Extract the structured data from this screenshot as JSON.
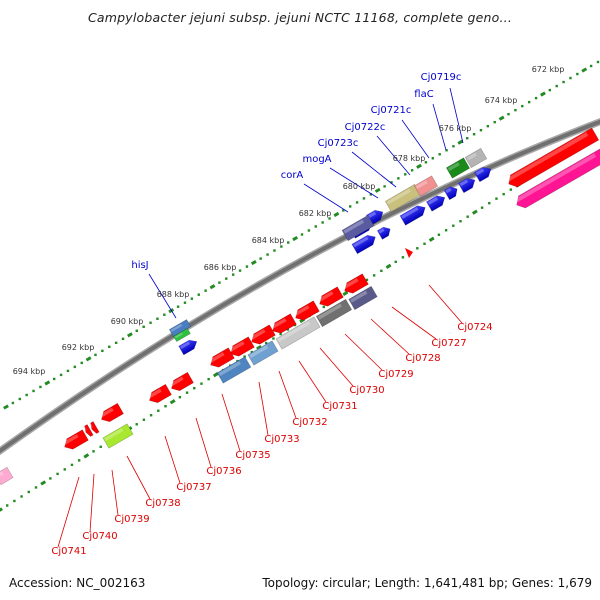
{
  "title": "Campylobacter jejuni subsp. jejuni NCTC 11168, complete geno...",
  "footer": {
    "accession": "Accession: NC_002163",
    "stats": "Topology: circular; Length: 1,641,481 bp; Genes: 1,679"
  },
  "ticks": [
    "672 kbp",
    "674 kbp",
    "676 kbp",
    "678 kbp",
    "680 kbp",
    "682 kbp",
    "684 kbp",
    "686 kbp",
    "688 kbp",
    "690 kbp",
    "692 kbp",
    "694 kbp"
  ],
  "colors": {
    "cds": "#ff0000",
    "cds_dark": "#b00000",
    "forward_gene": "#0000dd",
    "label_forward": "#0000cc",
    "label_reverse": "#dd0000",
    "tick": "#228b22",
    "backbone": "#707070",
    "highlight": "#ff1493"
  },
  "forward_labels": [
    "Cj0719c",
    "flaC",
    "Cj0721c",
    "Cj0722c",
    "Cj0723c",
    "mogA",
    "corA",
    "hisJ"
  ],
  "reverse_labels": [
    "Cj0724",
    "Cj0727",
    "Cj0728",
    "Cj0729",
    "Cj0730",
    "Cj0731",
    "Cj0732",
    "Cj0733",
    "Cj0735",
    "Cj0736",
    "Cj0737",
    "Cj0738",
    "Cj0739",
    "Cj0740",
    "Cj0741"
  ]
}
